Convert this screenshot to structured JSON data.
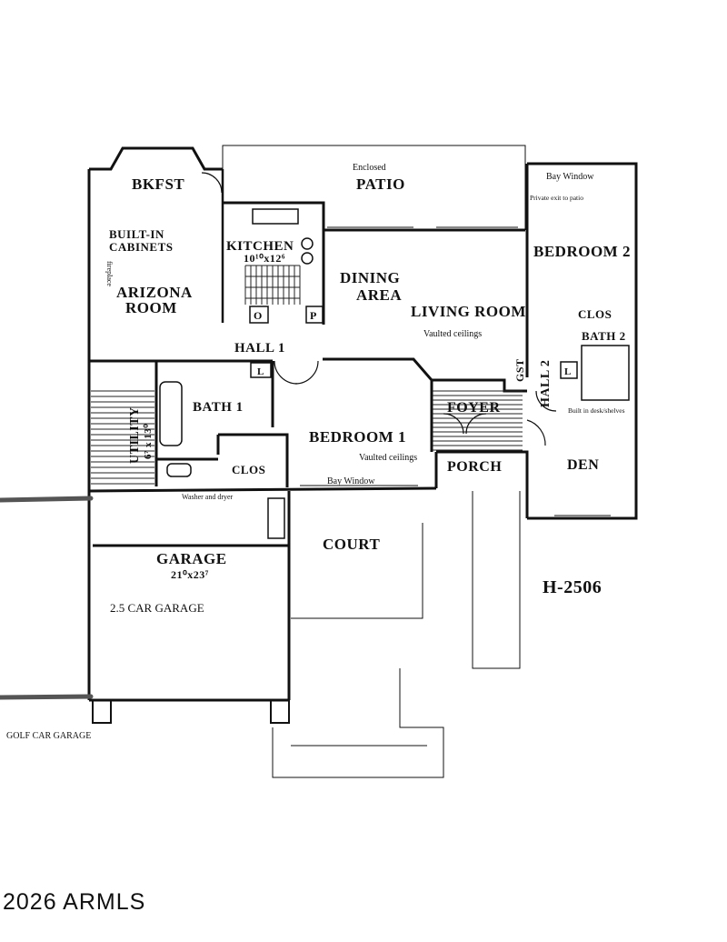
{
  "rooms": {
    "bkfst": "BKFST",
    "patio": "PATIO",
    "built_in": "BUILT-IN",
    "cabinets": "CABINETS",
    "kitchen": "KITCHEN",
    "kitchen_dims": "10¹⁰x12⁶",
    "arizona": "ARIZONA",
    "room": "ROOM",
    "dining": "DINING",
    "area": "AREA",
    "living_room": "LIVING ROOM",
    "bedroom2": "BEDROOM 2",
    "clos_bath2": "CLOS",
    "bath2": "BATH 2",
    "hall1": "HALL 1",
    "hall2": "HALL 2",
    "gst": "GST",
    "bath1": "BATH 1",
    "utility": "UTILITY",
    "utility_dims": "6⁷ x 13⁰",
    "foyer": "FOYER",
    "bedroom1": "BEDROOM 1",
    "clos": "CLOS",
    "porch": "PORCH",
    "den": "DEN",
    "garage": "GARAGE",
    "garage_dims": "21⁰x23⁷",
    "court": "COURT",
    "o": "O",
    "p": "P",
    "l1": "L",
    "l2": "L"
  },
  "notes": {
    "enclosed": "Enclosed",
    "bay_window_top": "Bay Window",
    "private_exit": "Private exit to patio",
    "fireplace": "fireplace",
    "vaulted_living": "Vaulted ceilings",
    "built_in_desk": "Built in desk/shelves",
    "vaulted_bedroom": "Vaulted ceilings",
    "bay_window_bottom": "Bay Window",
    "washer_dryer": "Washer and dryer",
    "car_garage": "2.5 CAR GARAGE",
    "golf_car": "GOLF CAR GARAGE"
  },
  "plan_id": "H-2506",
  "watermark": "2026 ARMLS"
}
